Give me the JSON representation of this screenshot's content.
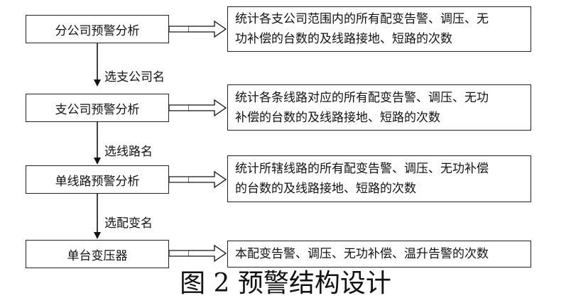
{
  "levels": [
    {
      "name": "分公司预警分析",
      "description": "统计各支公司范围内的所有配变告警、调压、无\n功补偿的台数的及线路接地、短路的次数"
    },
    {
      "name": "支公司预警分析",
      "description": "统计各条线路对应的所有配变告警、调压、无功\n补偿的台数的及线路接地、短路的次数"
    },
    {
      "name": "单线路预警分析",
      "description": "统计所辖线路的所有配变告警、调压、无功补偿\n的台数的及线路接地、短路的次数"
    },
    {
      "name": "单台变压器",
      "description": "本配变告警、调压、无功补偿、温升告警的次数"
    }
  ],
  "steps": [
    "选支公司名",
    "选线路名",
    "选配变名"
  ],
  "caption": "图 2  预警结构设计"
}
